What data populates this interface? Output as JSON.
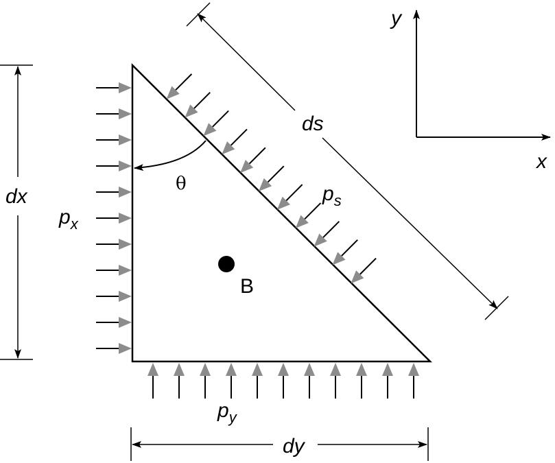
{
  "labels": {
    "axis_y": "y",
    "axis_x": "x",
    "dim_ds": "ds",
    "dim_dx": "dx",
    "dim_dy": "dy",
    "angle": "θ",
    "pressure_s_main": "p",
    "pressure_s_sub": "s",
    "pressure_x_main": "p",
    "pressure_x_sub": "x",
    "pressure_y_main": "p",
    "pressure_y_sub": "y",
    "point": "B"
  },
  "arrows": {
    "left_face_count": 11,
    "hypotenuse_count": 11,
    "bottom_face_count": 11
  },
  "colors": {
    "line": "#000000",
    "pressure_arrowhead": "#8c8c8c",
    "background": "#ffffff"
  }
}
